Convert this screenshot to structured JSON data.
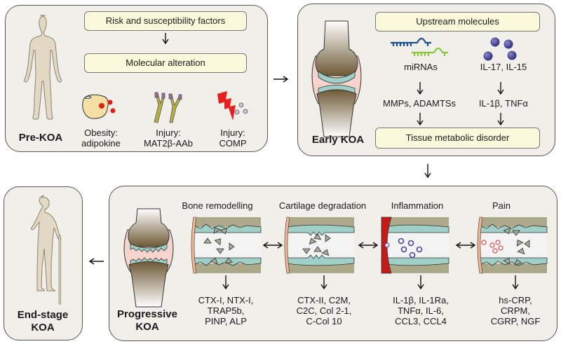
{
  "panels": {
    "pre_koa": {
      "title": "Pre-KOA",
      "boxes": [
        "Risk and susceptibility factors",
        "Molecular alteration"
      ],
      "factors": [
        {
          "line1": "Obesity:",
          "line2": "adipokine",
          "icon": "adipocyte-icon"
        },
        {
          "line1": "Injury:",
          "line2": "MAT2β-AAb",
          "icon": "antibody-icon"
        },
        {
          "line1": "Injury:",
          "line2": "COMP",
          "icon": "lightning-icon"
        }
      ]
    },
    "early_koa": {
      "title": "Early KOA",
      "top_box": "Upstream molecules",
      "bottom_box": "Tissue metabolic disorder",
      "left_chain": [
        "miRNAs",
        "MMPs, ADAMTSs"
      ],
      "right_chain": [
        "IL-17, IL-15",
        "IL-1β, TNFα"
      ]
    },
    "progressive_koa": {
      "title_line1": "Progressive",
      "title_line2": "KOA",
      "processes": [
        {
          "label": "Bone remodelling",
          "markers": [
            "CTX-I, NTX-I,",
            "TRAP5b,",
            "PINP, ALP"
          ]
        },
        {
          "label": "Cartilage degradation",
          "markers": [
            "CTX-II, C2M,",
            "C2C, Col 2-1,",
            "C-Col 10"
          ]
        },
        {
          "label": "Inflammation",
          "markers": [
            "IL-1β, IL-1Ra,",
            "TNFα, IL-6,",
            "CCL3, CCL4"
          ]
        },
        {
          "label": "Pain",
          "markers": [
            "hs-CRP,",
            "CRPM,",
            "CGRP, NGF"
          ]
        }
      ]
    },
    "end_stage_koa": {
      "title_line1": "End-stage",
      "title_line2": "KOA"
    }
  },
  "colors": {
    "panel_bg": "#f0efea",
    "box_bg": "#fbf9dc",
    "body_silhouette": "#e2d8c3",
    "bone_dark": "#6e5a36",
    "cartilage": "#9fcfc6",
    "synovium": "#f6d3cc",
    "inflammation_red": "#c41a1a",
    "cytokine_purple": "#4b4594",
    "mirna_blue": "#1d4f8c",
    "mirna_green": "#8ac640"
  }
}
